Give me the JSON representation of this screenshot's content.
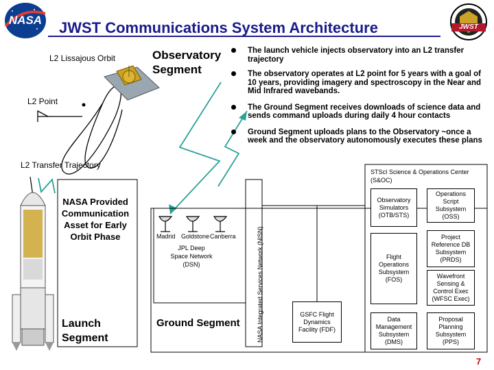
{
  "slide": {
    "title": "JWST Communications System Architecture",
    "page_number": "7"
  },
  "logos": {
    "left": "NASA",
    "right": "JWST"
  },
  "orbit_labels": {
    "lissajous": "L2 Lissajous Orbit",
    "l2_point": "L2  Point",
    "transfer": "L2 Transfer Trajectory"
  },
  "observatory": {
    "label_line1": "Observatory",
    "label_line2": "Segment"
  },
  "bullets": [
    "The launch vehicle injects observatory into an L2 transfer trajectory",
    "The observatory operates at L2 point for 5 years with a goal of 10 years, providing imagery and spectroscopy in the Near and Mid Infrared wavebands.",
    "The Ground Segment receives downloads of science data and sends command uploads during daily 4 hour contacts",
    "Ground Segment uploads plans to the Observatory ~once a week and the observatory autonomously executes these plans"
  ],
  "launch": {
    "nasa_asset": "NASA Provided Communication Asset for Early Orbit Phase",
    "label_line1": "Launch",
    "label_line2": "Segment"
  },
  "ground": {
    "label": "Ground Segment",
    "dsn": {
      "stations": [
        "Madrid",
        "Goldstone",
        "Canberra"
      ],
      "name": "JPL Deep Space Network (DSN)"
    },
    "nisn": "NASA Integrated Services Network (NISN)",
    "fdf": "GSFC Flight Dynamics Facility (FDF)",
    "stsci": {
      "title": "STScI Science & Operations Center (S&OC)",
      "ots": "Observatory Simulators (OTB/STS)",
      "fos": "Flight Operations Subsystem (FOS)",
      "dms": "Data Management Subsystem (DMS)",
      "oss": "Operations Script Subsystem (OSS)",
      "prds": "Project Reference DB Subsystem (PRDS)",
      "wfsc": "Wavefront Sensing & Control Exec (WFSC Exec)",
      "pps": "Proposal Planning Subsystem (PPS)"
    }
  },
  "colors": {
    "title": "#1a1a8c",
    "link_arrow": "#2aa198",
    "page_number": "#cc0000"
  }
}
